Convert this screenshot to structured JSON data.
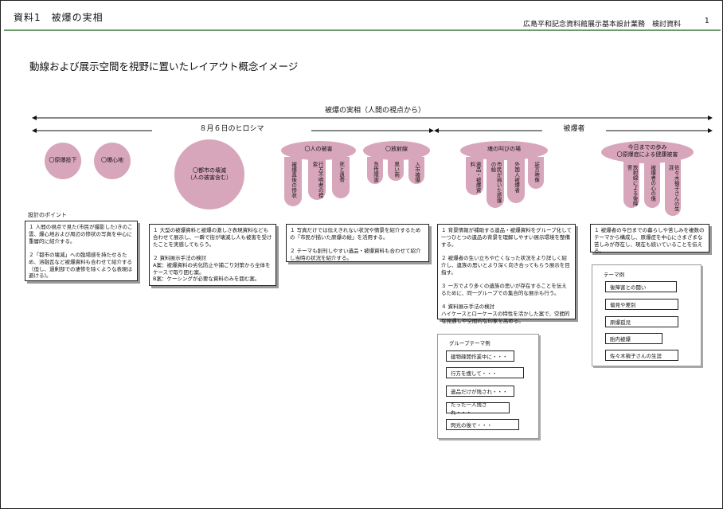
{
  "header": {
    "left": "資料1　被爆の実相",
    "right": "広島平和記念資料館展示基本設計業務　検討資料",
    "page": "1"
  },
  "subtitle": "動線および展示空間を視野に置いたレイアウト概念イメージ",
  "arrows": {
    "top": "被爆の実相（人間の視点から）",
    "left": "８月６日のヒロシマ",
    "right": "被爆者"
  },
  "circles": {
    "c1": "〇原爆投下",
    "c2": "〇爆心地",
    "c3": "〇都市の壊滅\n（人の被害含む）"
  },
  "groups": {
    "g1": {
      "title": "〇人の被害",
      "items": [
        "被爆直後の惨状",
        "行方不明者の捜索",
        "死と遺骨"
      ]
    },
    "g2": {
      "title": "〇放射線",
      "items": [
        "急性障害",
        "黒い雨",
        "入市被爆"
      ]
    },
    "g3": {
      "title": "魂の叫びの場",
      "items": [
        "遺品・被爆資料",
        "市民が描いた原爆の絵",
        "外国人被爆者",
        "証言映像"
      ]
    },
    "g4": {
      "title": "今日までの歩み\n〇原爆症による健康被害",
      "items": [
        "放射線による後障害",
        "被爆者の心の傷",
        "佐々木禎子さんの生涯"
      ]
    }
  },
  "design_points_label": "設計のポイント",
  "boxes": {
    "b1": "１ 人間の視点で見た(市民が撮影した)きのこ雲、爆心地および周辺の惨状の写真を中心に重層的に紹介する。\n\n２「都市の壊滅」への臨場感を持たせるため、溶融瓦など被爆資料も合わせて紹介する（但し、過剰部での凄惨を除くような表現は避ける)。",
    "b2": "１ 大型の被爆資料と被爆の激しさ表現資料なども合わせて展示し、一瞬で街が壊滅し人も被害を受けたことを実感してもらう。\n\n２ 資料展示手法の検討\nA案：被爆資料の劣化防止や捕ごり対策から全体をケースで取り囲む案。\nB案：ケーシングが必要な資料のみを囲む案。",
    "b3": "１ 写真だけでは伝えきれない状況や情景を紹介するための「市民が描いた原爆の絵」を活用する。\n\n２ テーマも創刊しやすい遺品・被爆資料も合わせて紹介し当時の状況を紹介する。",
    "b4": "１ 背景情報が補助する遺品・被爆資料をグループ化して一つひとつの遺品の背景を理解しやすい展示環境を整備する。\n\n２ 被爆者の生い立ちや亡くなった状況をより詳しく紹介し、遺族の思いとより深く向き合ってもらう展示を目指す。\n\n３ 一方でより多くの遺族の思いが存在することを伝えるために、同一グループでの集合的な展示も行う。\n\n４ 資料展示手法の検討\nハイケースとローケースの特性を活かした案で、空間的な見通しや空間的な印象を高める。",
    "b5": "１ 被爆者の今日までの暮らしや苦しみを複数のテーマから構成し、原爆症を中心にさまざまな苦しみが存在し、現在も続いていることを伝える。"
  },
  "group_theme": {
    "title": "グループテーマ例",
    "items": [
      "建物疎開作業中に・・・",
      "行方を捜して・・・",
      "遺品だけが残され・・・",
      "たった一人残され・・・",
      "閃光の後で・・・"
    ]
  },
  "theme": {
    "title": "テーマ例",
    "items": [
      "後障害との闘い",
      "偏見や差別",
      "原爆孤児",
      "胎内被爆",
      "佐々木禎子さんの生涯"
    ]
  },
  "colors": {
    "pink": "#d8a6ba",
    "rule": "#6a9a6a"
  }
}
